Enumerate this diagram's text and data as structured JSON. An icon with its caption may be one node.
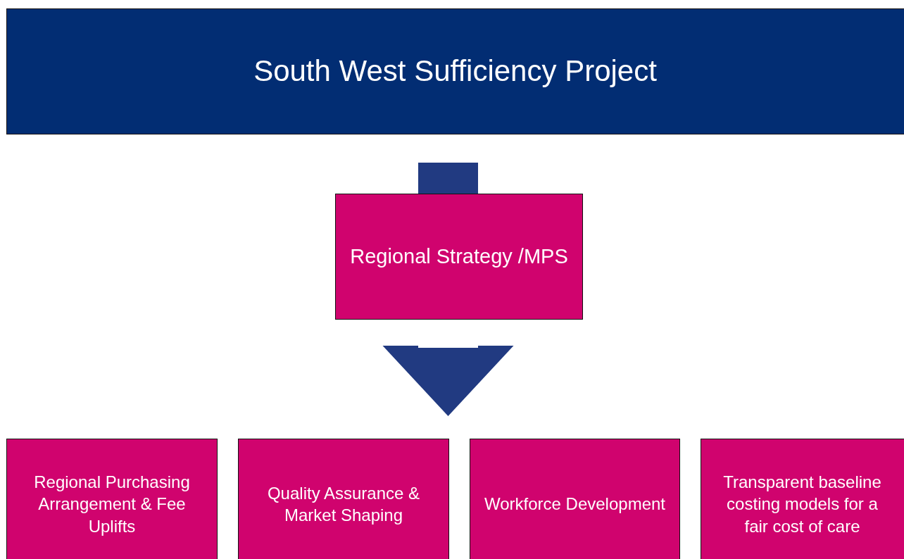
{
  "diagram": {
    "nodes": [
      {
        "text": [
          "South West Sufficiency Project"
        ]
      },
      {
        "text": [
          "Regional Strategy /MPS"
        ]
      },
      {
        "text": [
          "Regional Purchasing Arrangement & Fee Uplifts"
        ]
      },
      {
        "text": [
          "Quality Assurance & Market Shaping"
        ]
      },
      {
        "text": [
          "Workforce Development"
        ]
      },
      {
        "text": [
          "Transparent baseline costing models for a fair cost of care"
        ]
      }
    ],
    "edges": [
      {
        "from": 0,
        "to": 1,
        "arrow": "none",
        "style": "thick"
      },
      {
        "from": 1,
        "to": null,
        "arrow": "to",
        "style": "thick"
      }
    ]
  }
}
